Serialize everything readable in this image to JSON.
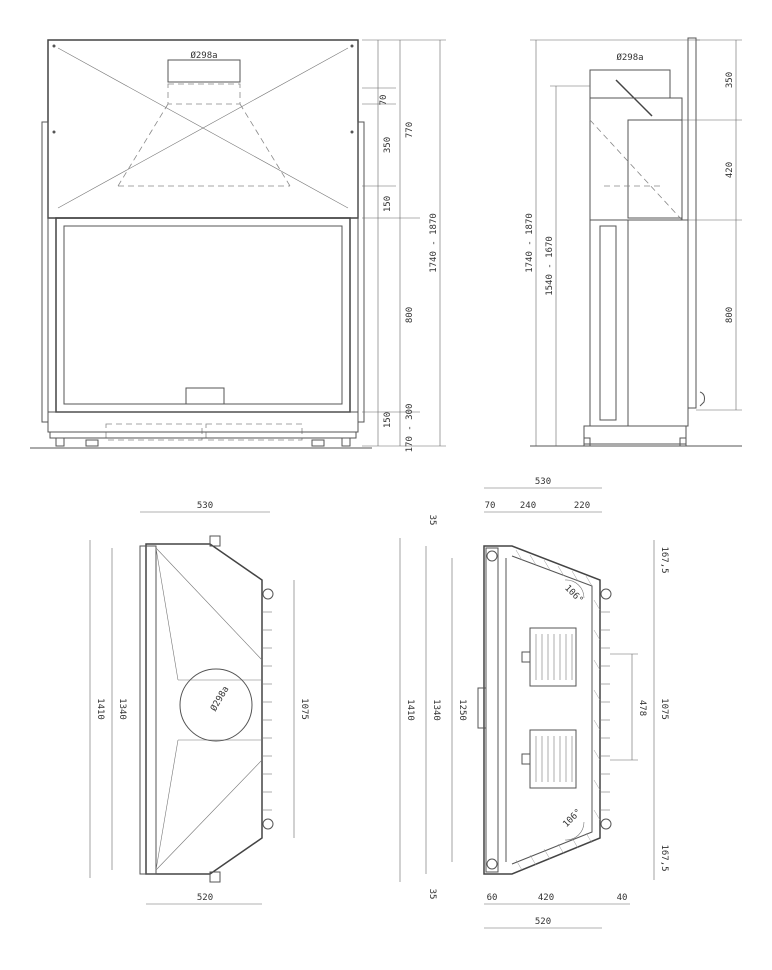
{
  "front_view": {
    "flue_label": "Ø298a",
    "dims": {
      "d70": "70",
      "d350": "350",
      "d150_top": "150",
      "d770": "770",
      "d800": "800",
      "d150_bottom": "150",
      "d170_300": "170 - 300",
      "d1740_1870": "1740 - 1870"
    }
  },
  "side_view": {
    "flue_label": "Ø298a",
    "dims": {
      "d350": "350",
      "d420": "420",
      "d800": "800",
      "d1540_1670": "1540 - 1670",
      "d1740_1870": "1740 - 1870"
    }
  },
  "top_view": {
    "flue_label": "Ø298a",
    "dims": {
      "d530": "530",
      "d520": "520",
      "d1410": "1410",
      "d1340": "1340",
      "d1075": "1075"
    }
  },
  "section_view": {
    "dims": {
      "d530": "530",
      "d70": "70",
      "d240": "240",
      "d220": "220",
      "d35_top": "35",
      "d35_bottom": "35",
      "d167_top": "167,5",
      "d167_bottom": "167,5",
      "d1410": "1410",
      "d1340": "1340",
      "d1250": "1250",
      "d1075": "1075",
      "d478": "478",
      "d60": "60",
      "d420": "420",
      "d40": "40",
      "d520": "520",
      "angle_top": "106°",
      "angle_bottom": "106°"
    }
  },
  "colors": {
    "line": "#555555",
    "background": "#ffffff"
  }
}
